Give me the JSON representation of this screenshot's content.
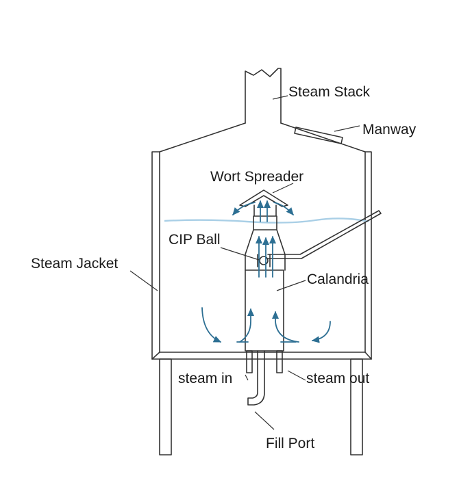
{
  "labels": {
    "steam_stack": "Steam Stack",
    "manway": "Manway",
    "wort_spreader": "Wort Spreader",
    "cip_ball": "CIP Ball",
    "steam_jacket": "Steam Jacket",
    "calandria": "Calandria",
    "steam_in": "steam in",
    "steam_out": "steam out",
    "fill_port": "Fill Port"
  },
  "colors": {
    "line": "#333333",
    "wort_surface": "#a9cfe6",
    "flow_arrows": "#2d6f93",
    "text": "#1a1a1a"
  }
}
